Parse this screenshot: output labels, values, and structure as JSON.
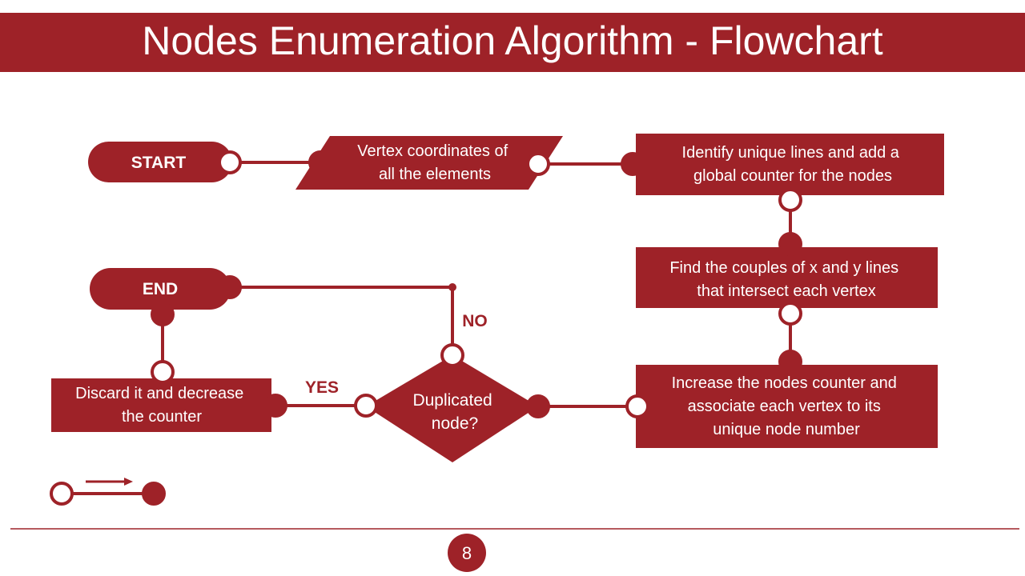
{
  "title": "Nodes Enumeration Algorithm - Flowchart",
  "colors": {
    "accent": "#9E2228",
    "background": "#FFFFFF",
    "text_on_accent": "#FFFFFF"
  },
  "nodes": {
    "start": "START",
    "vertex_input": [
      "Vertex coordinates of",
      "all the elements"
    ],
    "identify_lines": [
      "Identify unique lines and add a",
      "global counter for the nodes"
    ],
    "find_couples": [
      "Find the couples of x and y lines",
      "that intersect each vertex"
    ],
    "increase_counter": [
      "Increase the nodes counter and",
      "associate each vertex to its",
      "unique node number"
    ],
    "decision": [
      "Duplicated",
      "node?"
    ],
    "discard": [
      "Discard it and decrease",
      "the counter"
    ],
    "end": "END"
  },
  "edge_labels": {
    "yes": "YES",
    "no": "NO"
  },
  "page_number": "8"
}
